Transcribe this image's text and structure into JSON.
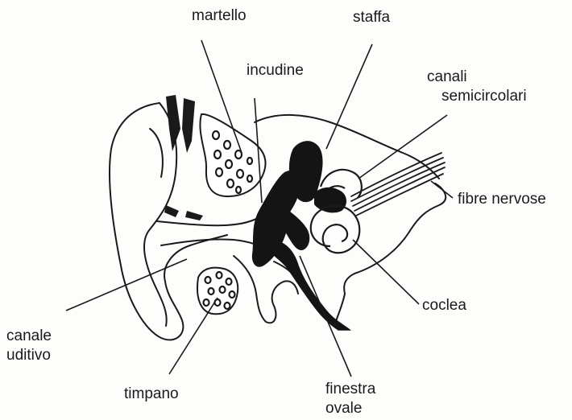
{
  "labels": {
    "martello": "martello",
    "staffa": "staffa",
    "incudine": "incudine",
    "canali_1": "canali",
    "canali_2": "semicircolari",
    "fibre": "fibre nervose",
    "coclea": "coclea",
    "canale_1": "canale",
    "canale_2": "uditivo",
    "timpano": "timpano",
    "finestra_1": "finestra",
    "finestra_2": "ovale"
  }
}
